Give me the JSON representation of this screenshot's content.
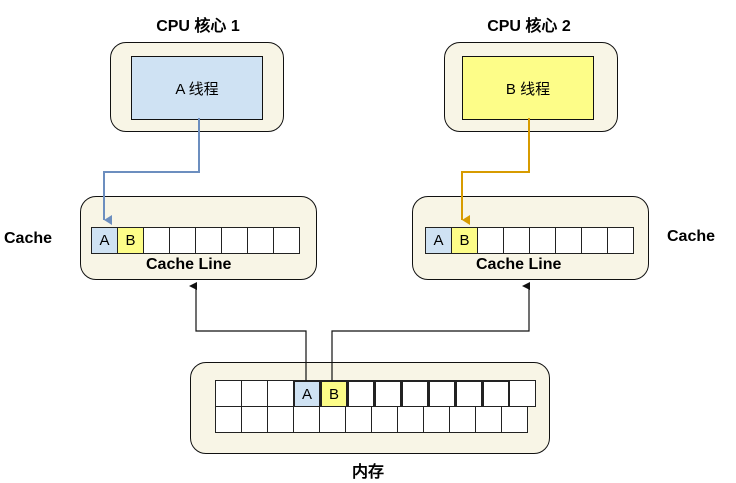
{
  "core1": {
    "title": "CPU 核心 1",
    "thread_label": "A 线程"
  },
  "core2": {
    "title": "CPU 核心 2",
    "thread_label": "B 线程"
  },
  "cache1": {
    "side_label": "Cache",
    "line_label": "Cache Line",
    "cells": [
      "A",
      "B",
      "",
      "",
      "",
      "",
      "",
      ""
    ]
  },
  "cache2": {
    "side_label": "Cache",
    "line_label": "Cache Line",
    "cells": [
      "A",
      "B",
      "",
      "",
      "",
      "",
      "",
      ""
    ]
  },
  "memory": {
    "label": "内存",
    "row1": [
      "",
      "",
      "",
      "A",
      "B",
      "",
      "",
      "",
      "",
      "",
      "",
      ""
    ],
    "row2": [
      "",
      "",
      "",
      "",
      "",
      "",
      "",
      "",
      "",
      "",
      "",
      ""
    ]
  },
  "colors": {
    "thread_a": "#cfe2f3",
    "thread_b": "#fdfd88",
    "arrow_a": "#6c8ebf",
    "arrow_b": "#d79b00",
    "box_fill": "#f8f5e6"
  }
}
